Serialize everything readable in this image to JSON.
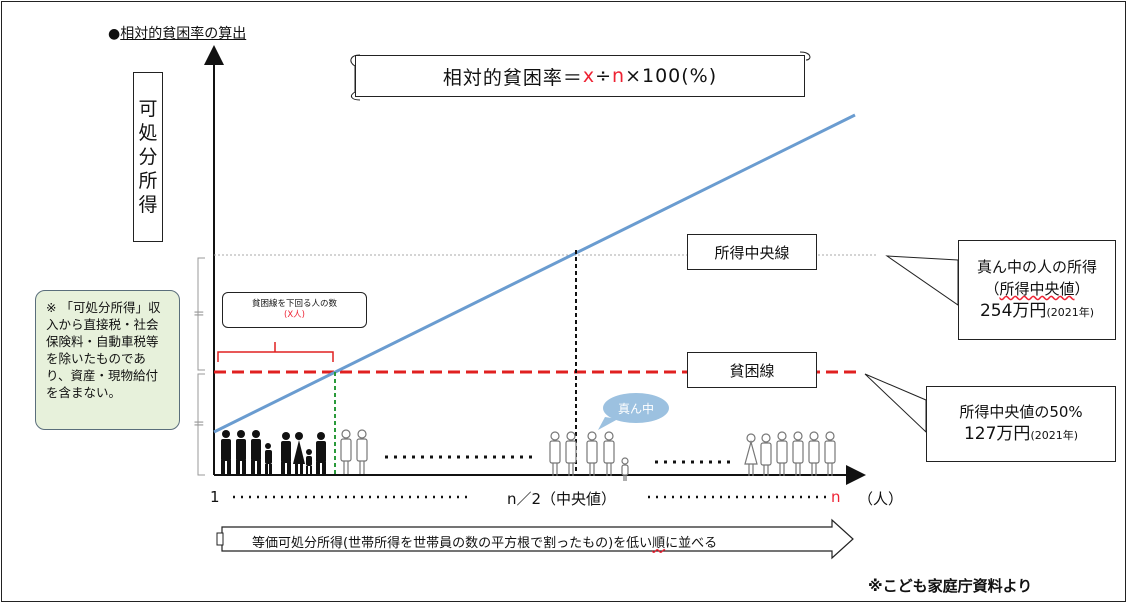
{
  "heading": {
    "bullet": "●",
    "title": "相対的貧困率の算出"
  },
  "y_axis_label": [
    "可",
    "処",
    "分",
    "所",
    "得"
  ],
  "formula": {
    "prefix": "相対的貧困率＝",
    "x": "x",
    "div": "÷",
    "n": "n",
    "suffix": "×100(%)"
  },
  "note": "※ 「可処分所得」収入から直接税・社会保険料・自動車税等を除いたものであり、資産・現物給付を含まない。",
  "poor_count": {
    "line1": "貧困線を下回る人の数",
    "line2": "(X人)"
  },
  "median_line_label": "所得中央線",
  "poverty_line_label": "貧困線",
  "median_callout": {
    "line1": "真ん中の人の所得",
    "line2_a": "（",
    "line2_b": "所得中央値",
    "line2_c": "）",
    "value": "254万円",
    "year": "(2021年)"
  },
  "poverty_callout": {
    "line1": "所得中央値の50%",
    "value": "127万円",
    "year": "(2021年)"
  },
  "bubble": "真ん中",
  "x_axis": {
    "start": "1",
    "mid": "n／2（中央値）",
    "end": "n",
    "unit": "（人）"
  },
  "bottom_arrow_text_a": "等価可処分所得(世帯所得を世帯員の数の平方根で割ったもの)を低い",
  "bottom_arrow_text_b": "順",
  "bottom_arrow_text_c": "に並べる",
  "source": "※こども家庭庁資料より",
  "colors": {
    "income_line": "#6a9cd0",
    "poverty_line": "#e02020",
    "note_bg": "#e7f1db",
    "bubble": "#9cc1e0"
  }
}
